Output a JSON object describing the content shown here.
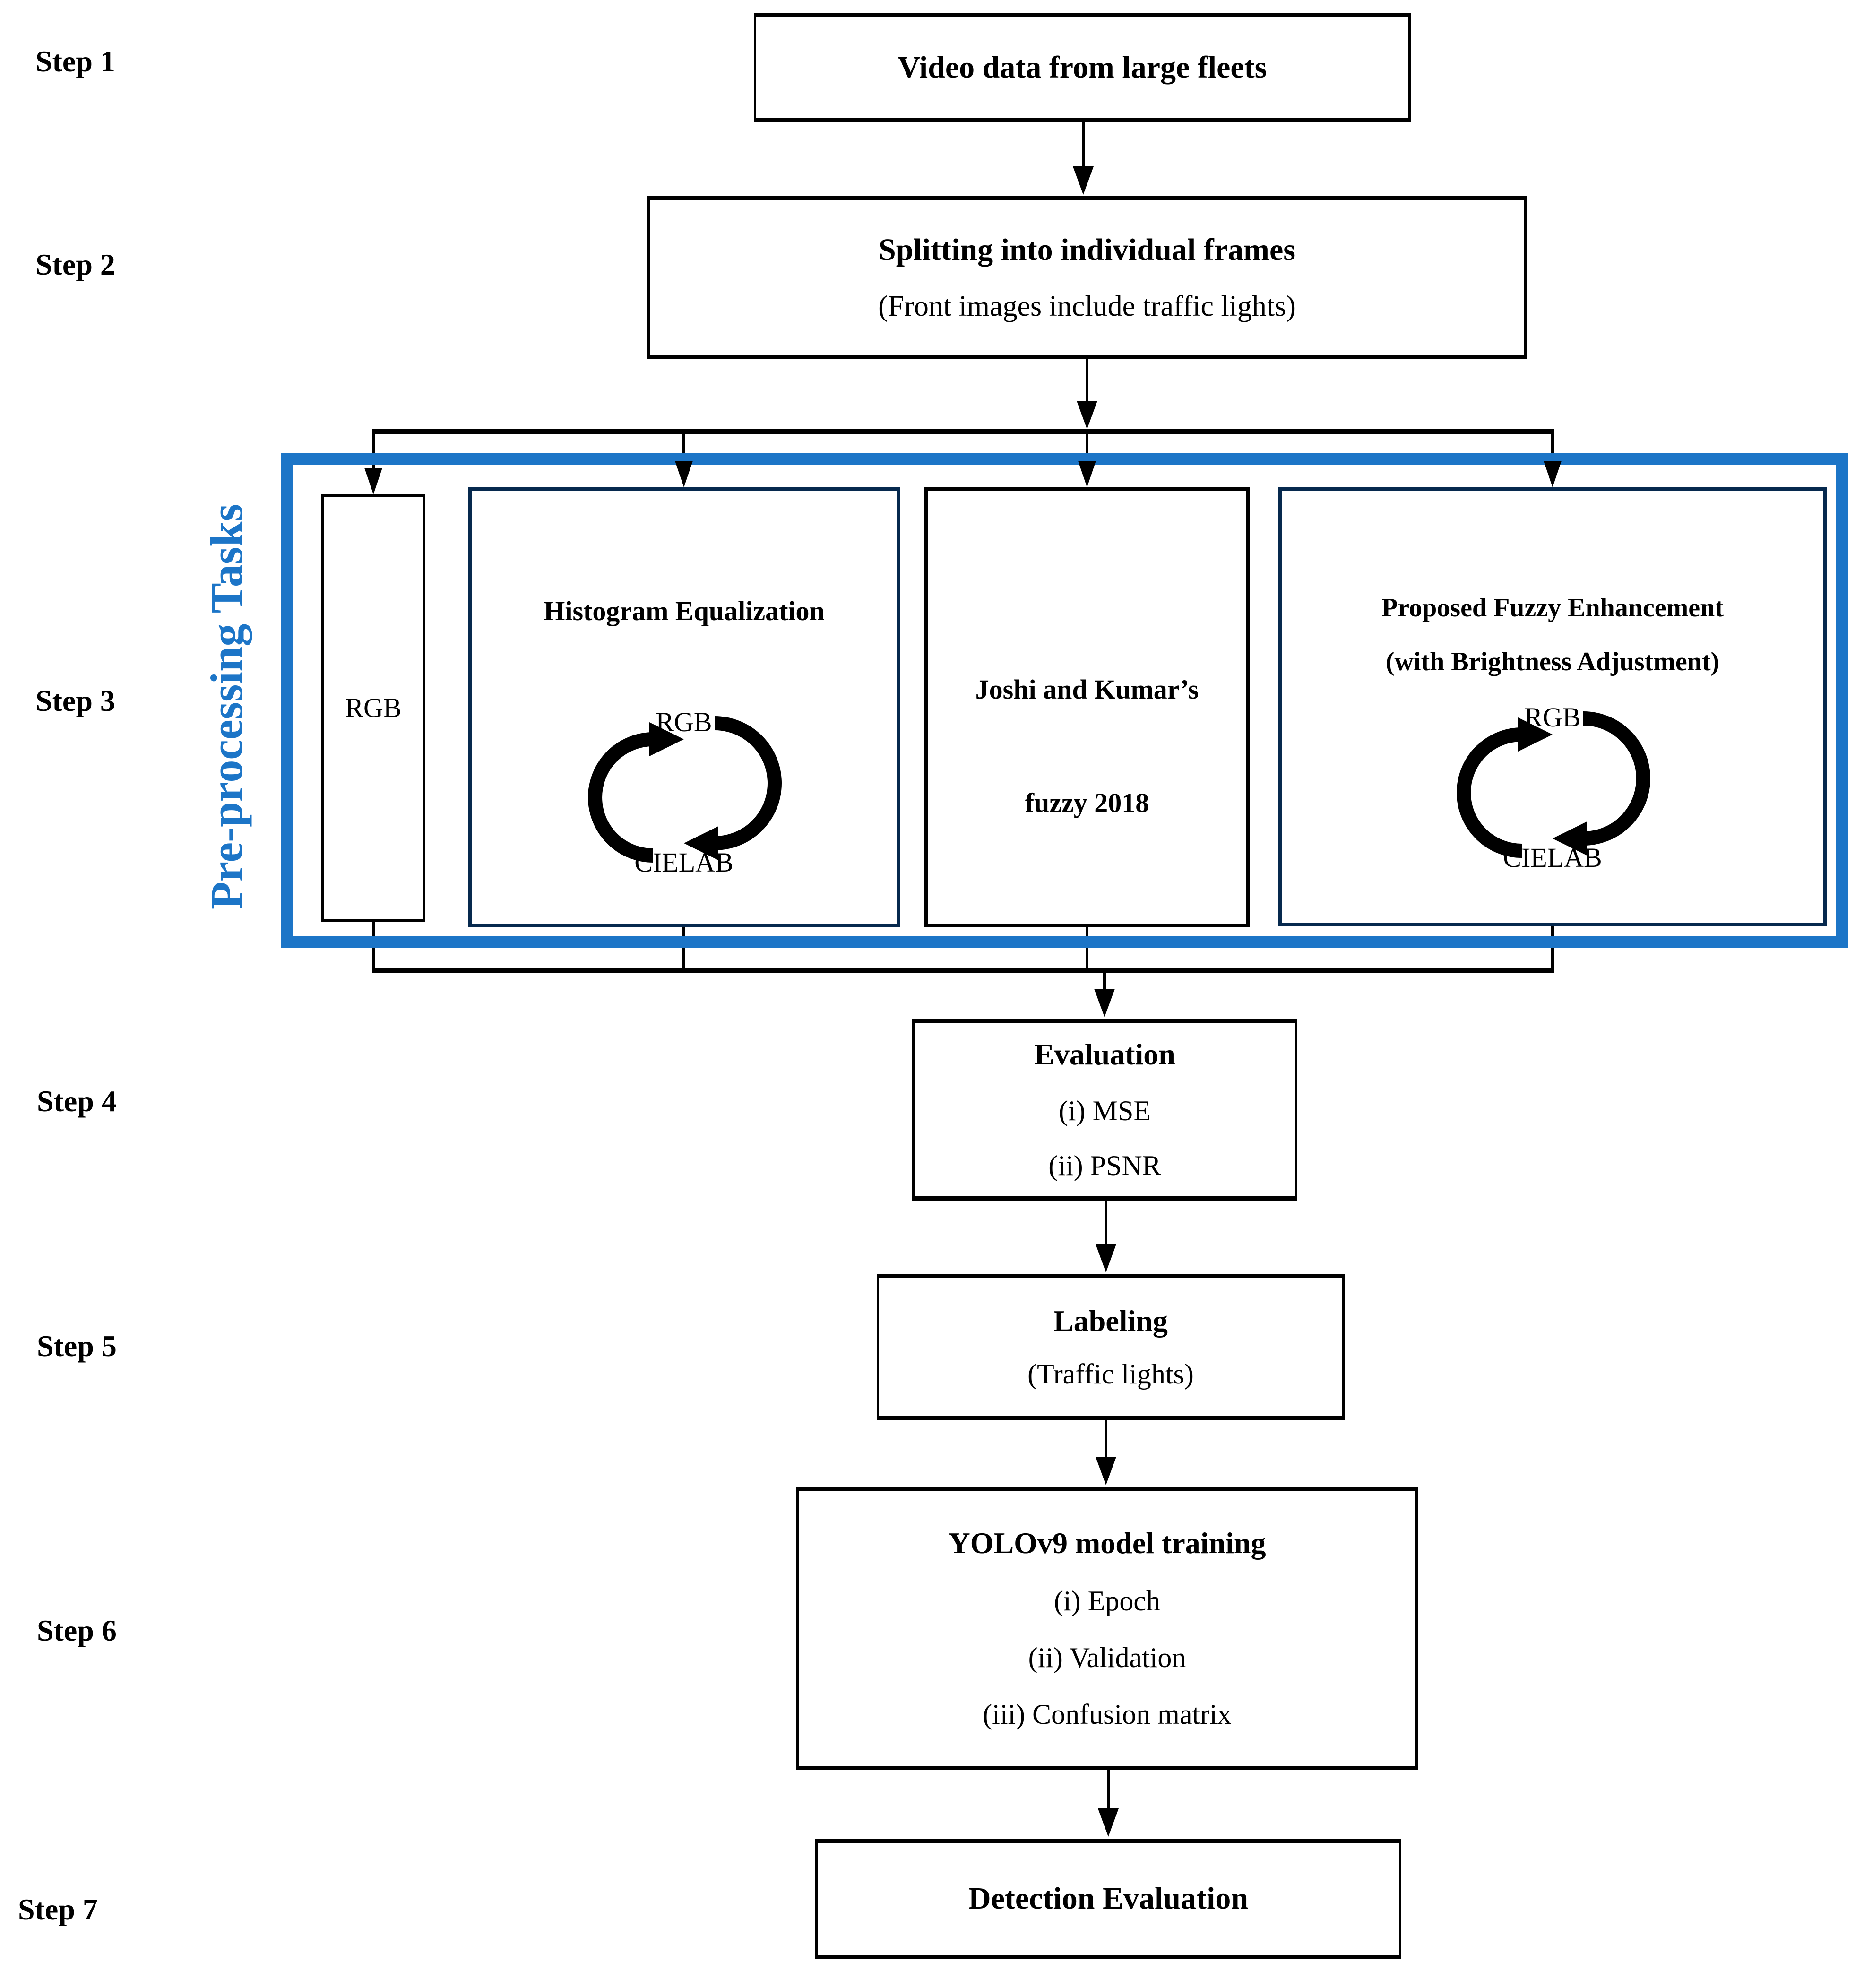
{
  "colors": {
    "accent_blue": "#1C75C7",
    "navy_border": "#06294E",
    "line_black": "#000000"
  },
  "steps": [
    {
      "label": "Step 1"
    },
    {
      "label": "Step 2"
    },
    {
      "label": "Step 3"
    },
    {
      "label": "Step 4"
    },
    {
      "label": "Step 5"
    },
    {
      "label": "Step 6"
    },
    {
      "label": "Step 7"
    }
  ],
  "step1_box": {
    "title": "Video data from large fleets"
  },
  "step2_box": {
    "title": "Splitting into individual frames",
    "subtitle": "(Front images include traffic lights)"
  },
  "step3": {
    "group_label": "Pre-processing Tasks",
    "cycle": {
      "top": "RGB",
      "bottom": "CIELAB"
    },
    "boxes": {
      "rgb": {
        "label": "RGB"
      },
      "hist": {
        "title": "Histogram Equalization"
      },
      "joshi": {
        "line1": "Joshi and Kumar’s",
        "line2": "fuzzy 2018"
      },
      "proposed": {
        "line1": "Proposed Fuzzy Enhancement",
        "line2": "(with Brightness Adjustment)"
      }
    }
  },
  "step4_box": {
    "title": "Evaluation",
    "items": [
      "(i) MSE",
      "(ii) PSNR"
    ]
  },
  "step5_box": {
    "title": "Labeling",
    "subtitle": "(Traffic lights)"
  },
  "step6_box": {
    "title": "YOLOv9 model training",
    "items": [
      "(i) Epoch",
      "(ii) Validation",
      "(iii) Confusion matrix"
    ]
  },
  "step7_box": {
    "title": "Detection Evaluation"
  }
}
